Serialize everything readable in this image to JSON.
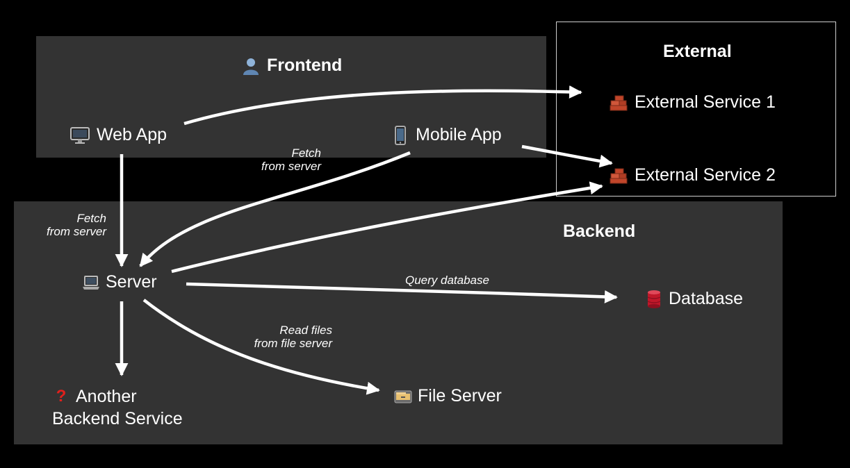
{
  "groups": {
    "frontend": {
      "title": "Frontend"
    },
    "external": {
      "title": "External"
    },
    "backend": {
      "title": "Backend"
    }
  },
  "nodes": {
    "web_app": "Web App",
    "mobile_app": "Mobile App",
    "external_service_1": "External Service 1",
    "external_service_2": "External Service 2",
    "server": "Server",
    "database": "Database",
    "another_backend_line1": "Another",
    "another_backend_line2": "Backend Service",
    "file_server": "File Server"
  },
  "edge_labels": {
    "mobile_fetch_line1": "Fetch",
    "mobile_fetch_line2": "from server",
    "web_fetch_line1": "Fetch",
    "web_fetch_line2": "from server",
    "query_database": "Query database",
    "read_files_line1": "Read files",
    "read_files_line2": "from file server"
  },
  "edges": [
    {
      "from": "Web App",
      "to": "External Service 1"
    },
    {
      "from": "Mobile App",
      "to": "External Service 2"
    },
    {
      "from": "Server",
      "to": "External Service 2"
    },
    {
      "from": "Web App",
      "to": "Server",
      "label": "Fetch from server"
    },
    {
      "from": "Mobile App",
      "to": "Server",
      "label": "Fetch from server"
    },
    {
      "from": "Server",
      "to": "Database",
      "label": "Query database"
    },
    {
      "from": "Server",
      "to": "File Server",
      "label": "Read files from file server"
    },
    {
      "from": "Server",
      "to": "Another Backend Service"
    }
  ],
  "icons": {
    "frontend": "user-icon",
    "web_app": "desktop-computer-icon",
    "mobile_app": "mobile-phone-icon",
    "external_services": "bricks-icon",
    "server": "laptop-icon",
    "database": "database-icon",
    "another_backend": "question-mark-icon",
    "file_server": "file-cabinet-icon"
  },
  "colors": {
    "background": "#000000",
    "group_fill": "#333333",
    "external_border": "#cfcfcf",
    "text": "#ffffff",
    "arrow": "#ffffff",
    "brick": "#c0452a",
    "database": "#c0182a",
    "question": "#e0201c"
  }
}
